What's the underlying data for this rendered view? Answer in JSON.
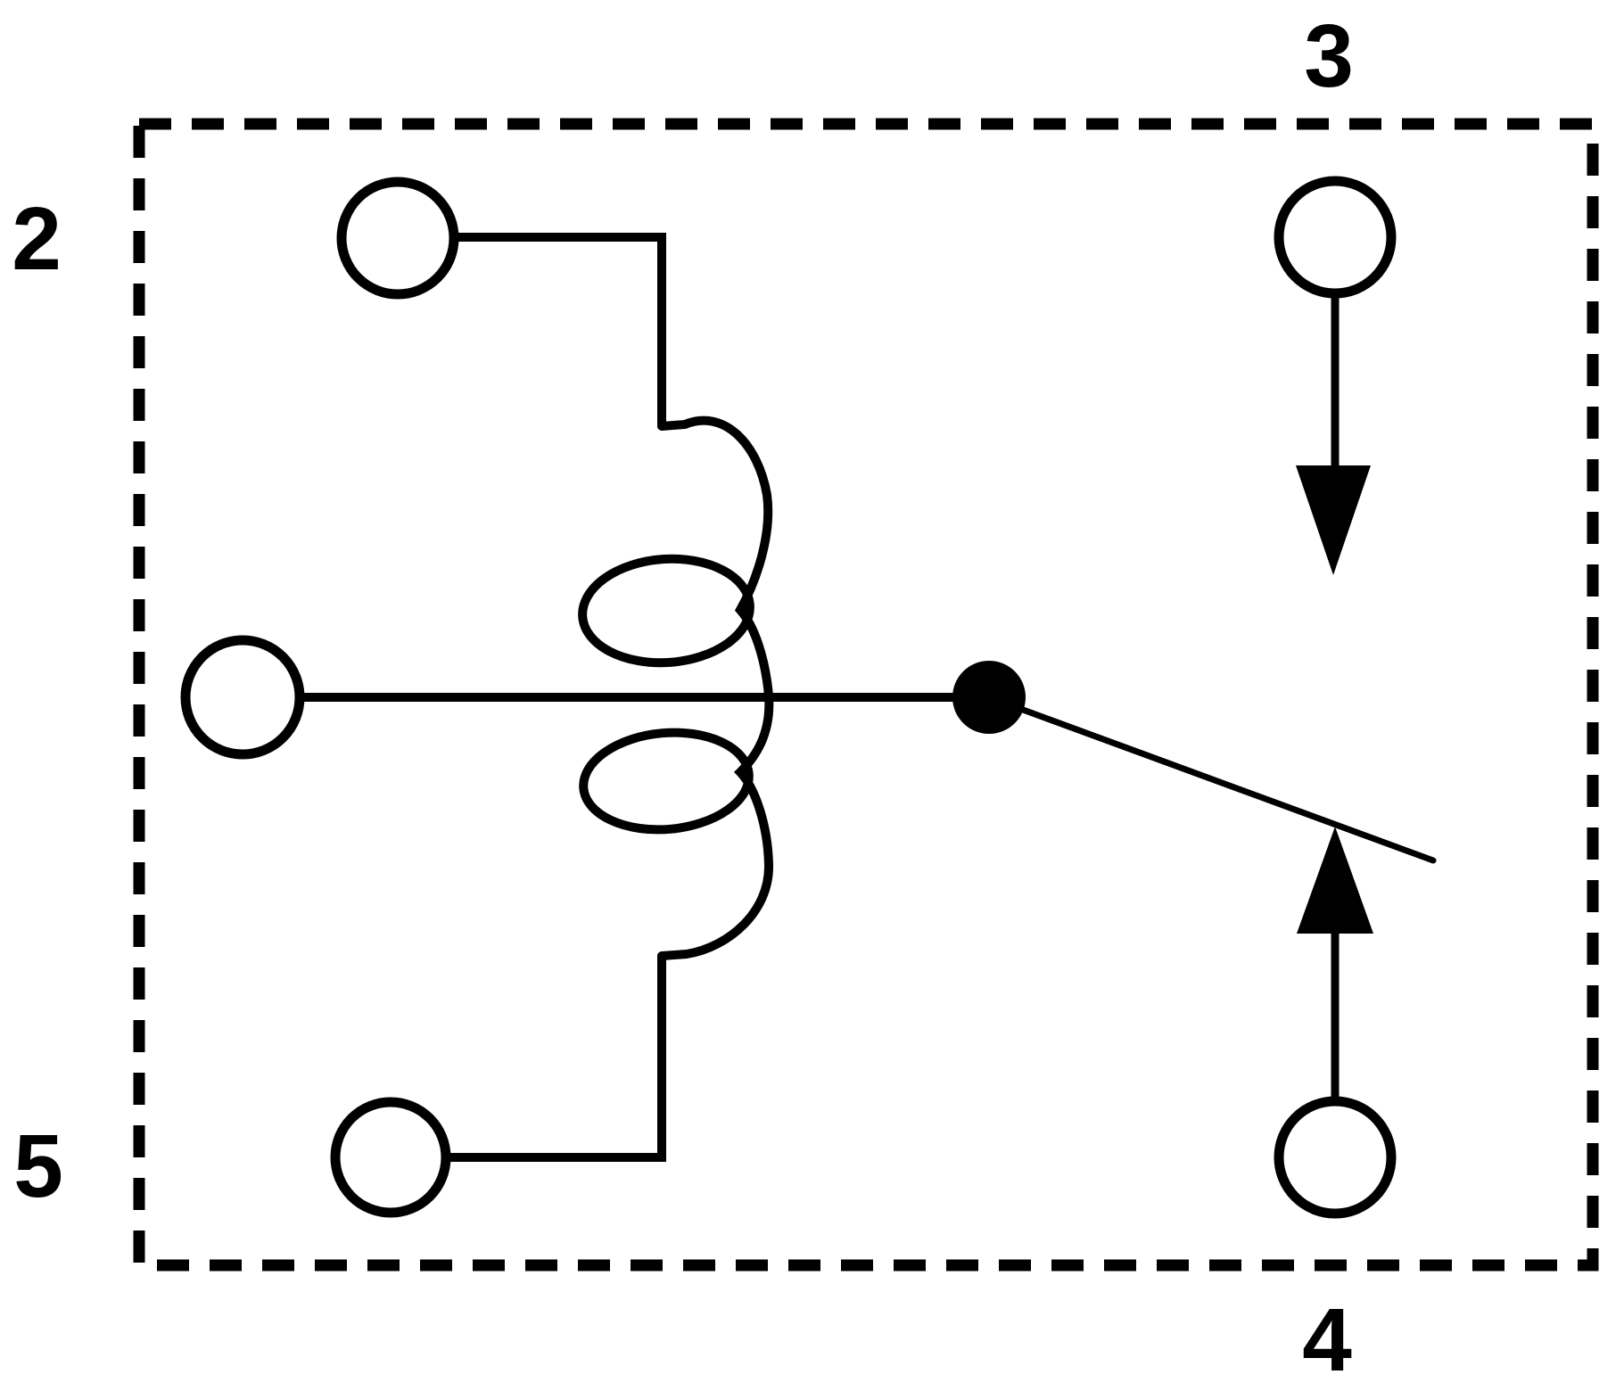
{
  "figure": {
    "background_color": "#ffffff",
    "line_color": "#000000"
  },
  "labels": {
    "pin2": "2",
    "pin3": "3",
    "pin4": "4",
    "pin5": "5"
  }
}
